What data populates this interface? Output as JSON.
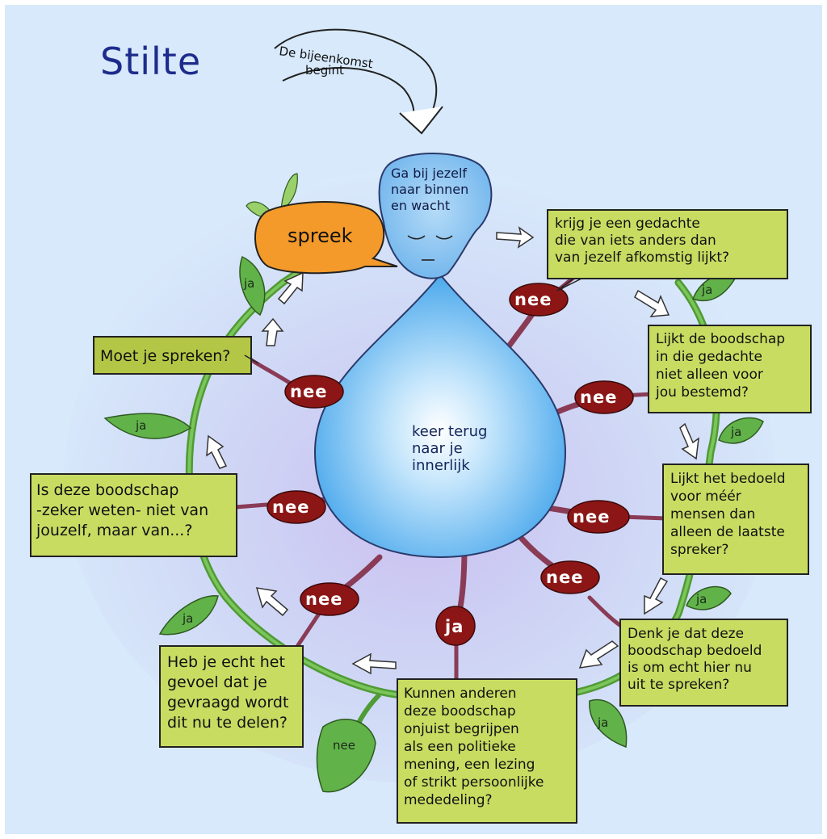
{
  "title": "Stilte",
  "start_arrow": {
    "line1": "De bijeenkomst",
    "line2": "begint"
  },
  "head": {
    "lines": [
      "Ga bij jezelf",
      "naar binnen",
      "en wacht"
    ]
  },
  "drop": {
    "lines": [
      "keer terug",
      "naar je",
      "innerlijk"
    ]
  },
  "speak": {
    "label": "spreek"
  },
  "questions": [
    {
      "lines": [
        "krijg je een gedachte",
        "die van iets anders dan",
        "van jezelf afkomstig lijkt?"
      ]
    },
    {
      "lines": [
        "Lijkt de boodschap",
        "in die gedachte",
        "niet alleen voor",
        "jou bestemd?"
      ]
    },
    {
      "lines": [
        "Lijkt het bedoeld",
        "voor méér",
        "mensen dan",
        "alleen de laatste",
        "spreker?"
      ]
    },
    {
      "lines": [
        "Denk je dat deze",
        "boodschap bedoeld",
        "is om echt hier nu",
        "uit te spreken?"
      ]
    },
    {
      "lines": [
        "Kunnen anderen",
        "deze boodschap",
        "onjuist begrijpen",
        "als een politieke",
        "mening, een lezing",
        "of strikt persoonlijke",
        "mededeling?"
      ]
    },
    {
      "lines": [
        "Heb je echt het",
        "gevoel dat je",
        "gevraagd wordt",
        "dit nu te delen?"
      ]
    },
    {
      "lines": [
        "Is deze boodschap",
        "-zeker weten- niet van",
        "jouzelf, maar van...?"
      ]
    },
    {
      "lines": [
        "Moet je spreken?"
      ]
    }
  ],
  "labels": {
    "nee": "nee",
    "ja": "ja"
  },
  "colors": {
    "background": "#d7e9fb",
    "box_fill": "#c9dc62",
    "box_fill_dark": "#b4c645",
    "stem": "#5aa43a",
    "leaf": "#62b24a",
    "bubble": "#8c1616",
    "drop": "#5fb3ee",
    "head": "#8fc6f2",
    "speak": "#f39a2a",
    "title": "#1d2c8c"
  }
}
